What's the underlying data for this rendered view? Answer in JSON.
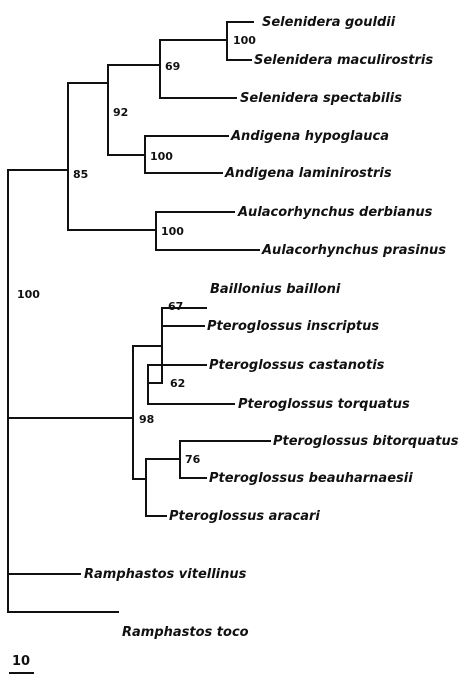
{
  "taxa": {
    "gouldii": "Selenidera gouldii",
    "maculirostris": "Selenidera maculirostris",
    "spectabilis": "Selenidera spectabilis",
    "hypoglauca": "Andigena hypoglauca",
    "laminirostris": "Andigena laminirostris",
    "derbianus": "Aulacorhynchus derbianus",
    "prasinus": "Aulacorhynchus prasinus",
    "bailloni": "Baillonius bailloni",
    "inscriptus": "Pteroglossus inscriptus",
    "castanotis": "Pteroglossus castanotis",
    "torquatus": "Pteroglossus torquatus",
    "bitorquatus": "Pteroglossus bitorquatus",
    "beauharnaesii": "Pteroglossus beauharnaesii",
    "aracari": "Pteroglossus aracari",
    "vitellinus": "Ramphastos vitellinus",
    "toco": "Ramphastos toco"
  },
  "support": {
    "root": "100",
    "n85": "85",
    "n92": "92",
    "n69": "69",
    "n100_sel": "100",
    "n100_and": "100",
    "n100_aul": "100",
    "n98": "98",
    "n67": "67",
    "n62": "62",
    "n76": "76"
  },
  "scale_bar": {
    "label": "10"
  },
  "colors": {
    "line": "#111111",
    "background": "#ffffff"
  }
}
